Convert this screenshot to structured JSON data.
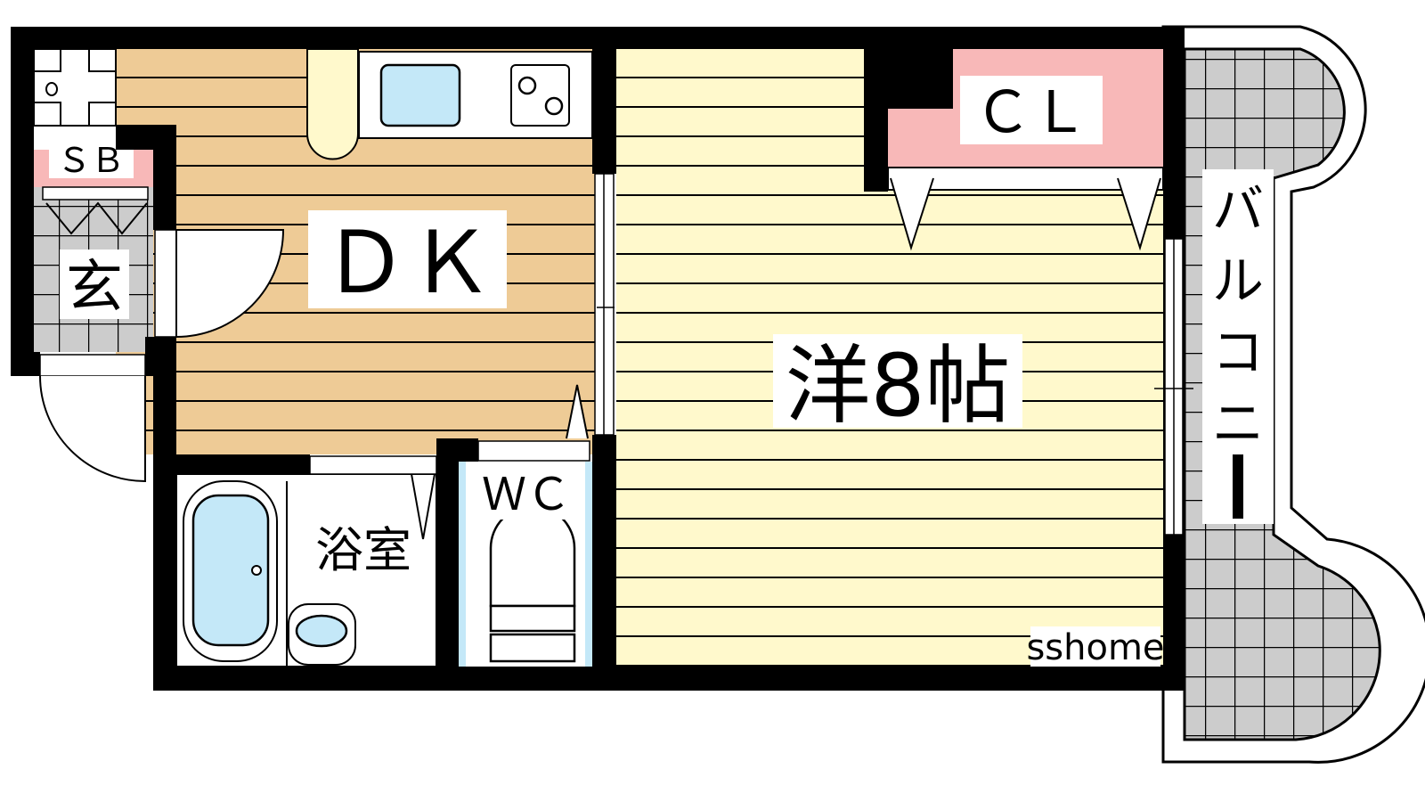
{
  "floor_plan": {
    "rooms": {
      "dk": "ＤＫ",
      "western": "洋8帖",
      "closet": "ＣＬ",
      "shoebox": "ＳＢ",
      "entrance": "玄",
      "bath": "浴室",
      "toilet": "ＷＣ",
      "balcony": [
        "バ",
        "ル",
        "コ",
        "ニ",
        "ー"
      ]
    },
    "watermark": "sshome",
    "colors": {
      "dk_floor": "#EECB96",
      "western_floor": "#FFF9CC",
      "closet": "#F8B8B8",
      "tile": "#CCCCCC",
      "water": "#C4E8F8",
      "wall": "#000000"
    }
  }
}
